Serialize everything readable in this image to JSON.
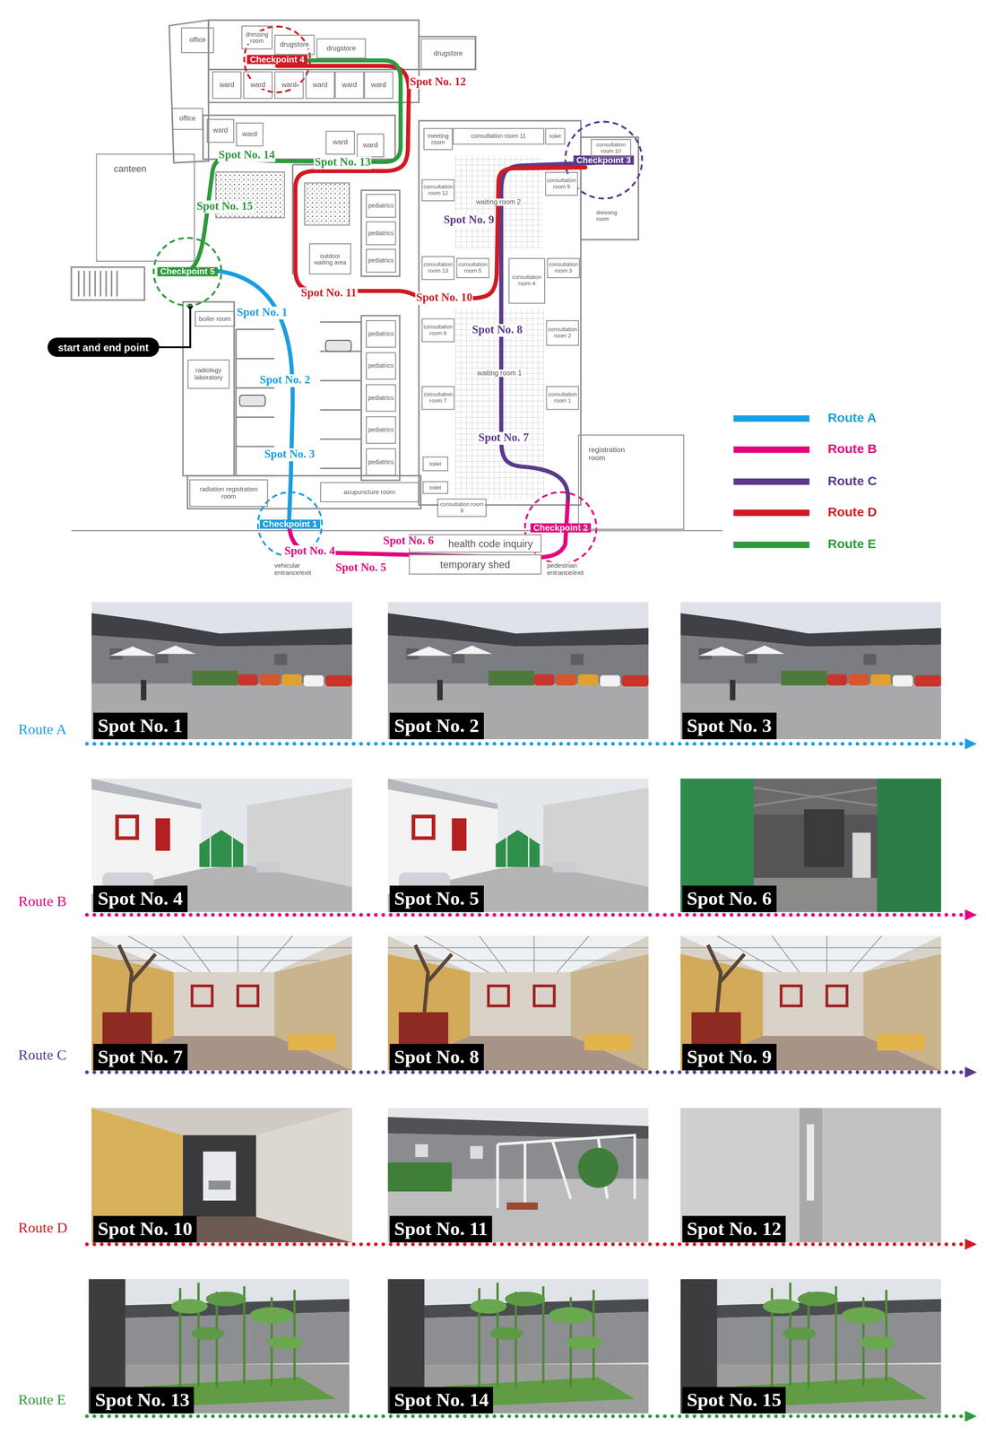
{
  "diagram": {
    "nodes": [
      {
        "text": [
          "Checkpoint 4"
        ]
      },
      {
        "text": [
          "Checkpoint 3"
        ]
      },
      {
        "text": [
          "Checkpoint 5"
        ]
      },
      {
        "text": [
          "Checkpoint 1"
        ]
      },
      {
        "text": [
          "Checkpoint 2"
        ]
      },
      {
        "text": [
          "office"
        ]
      },
      {
        "text": [
          "dressing room"
        ]
      },
      {
        "text": [
          "drugstore"
        ]
      },
      {
        "text": [
          "drugstore"
        ]
      },
      {
        "text": [
          "drugstore"
        ]
      },
      {
        "text": [
          "ward"
        ]
      },
      {
        "text": [
          "ward"
        ]
      },
      {
        "text": [
          "ward"
        ]
      },
      {
        "text": [
          "ward"
        ]
      },
      {
        "text": [
          "ward"
        ]
      },
      {
        "text": [
          "ward"
        ]
      },
      {
        "text": [
          "office"
        ]
      },
      {
        "text": [
          "ward"
        ]
      },
      {
        "text": [
          "ward"
        ]
      },
      {
        "text": [
          "ward"
        ]
      },
      {
        "text": [
          "ward"
        ]
      },
      {
        "text": [
          "canteen"
        ]
      },
      {
        "text": [
          "meeting room"
        ]
      },
      {
        "text": [
          "consultation room 11"
        ]
      },
      {
        "text": [
          "toilet"
        ]
      },
      {
        "text": [
          "consultation room 10"
        ]
      },
      {
        "text": [
          "consultation room 12"
        ]
      },
      {
        "text": [
          "waiting room 2"
        ]
      },
      {
        "text": [
          "consultation room 9"
        ]
      },
      {
        "text": [
          "pediatrics"
        ]
      },
      {
        "text": [
          "pediatrics"
        ]
      },
      {
        "text": [
          "pediatrics"
        ]
      },
      {
        "text": [
          "outdoor waiting area"
        ]
      },
      {
        "text": [
          "consultation room 13"
        ]
      },
      {
        "text": [
          "consultation room 5"
        ]
      },
      {
        "text": [
          "consultation room 4"
        ]
      },
      {
        "text": [
          "consultation room 3"
        ]
      },
      {
        "text": [
          "boiler room"
        ]
      },
      {
        "text": [
          "start and end point"
        ]
      },
      {
        "text": [
          "radiology laboratory"
        ]
      },
      {
        "text": [
          "consultation room 6"
        ]
      },
      {
        "text": [
          "waiting room 1"
        ]
      },
      {
        "text": [
          "consultation room 2"
        ]
      },
      {
        "text": [
          "pediatrics"
        ]
      },
      {
        "text": [
          "pediatrics"
        ]
      },
      {
        "text": [
          "pediatrics"
        ]
      },
      {
        "text": [
          "pediatrics"
        ]
      },
      {
        "text": [
          "pediatrics"
        ]
      },
      {
        "text": [
          "consultation room 7"
        ]
      },
      {
        "text": [
          "consultation room 1"
        ]
      },
      {
        "text": [
          "registration room"
        ]
      },
      {
        "text": [
          "toilet"
        ]
      },
      {
        "text": [
          "toilet"
        ]
      },
      {
        "text": [
          "consultation room 8"
        ]
      },
      {
        "text": [
          "radiation registration room"
        ]
      },
      {
        "text": [
          "acupuncture room"
        ]
      },
      {
        "text": [
          "health code inquiry"
        ]
      },
      {
        "text": [
          "temporary shed"
        ]
      },
      {
        "text": [
          "Spot No. 1"
        ]
      },
      {
        "text": [
          "Spot No. 2"
        ]
      },
      {
        "text": [
          "Spot No. 3"
        ]
      },
      {
        "text": [
          "Spot No. 4"
        ]
      },
      {
        "text": [
          "Spot No. 5"
        ]
      },
      {
        "text": [
          "Spot No. 6"
        ]
      },
      {
        "text": [
          "Spot No. 7"
        ]
      },
      {
        "text": [
          "Spot No. 8"
        ]
      },
      {
        "text": [
          "Spot No. 9"
        ]
      },
      {
        "text": [
          "Spot No. 10"
        ]
      },
      {
        "text": [
          "Spot No. 11"
        ]
      },
      {
        "text": [
          "Spot No. 12"
        ]
      },
      {
        "text": [
          "Spot No. 13"
        ]
      },
      {
        "text": [
          "Spot No. 14"
        ]
      },
      {
        "text": [
          "Spot No. 15"
        ]
      }
    ],
    "edges": [
      {
        "from": 38,
        "to": 2,
        "arrow": "none"
      }
    ],
    "labels": [
      "Spot No. 1",
      "Spot No. 2",
      "Spot No. 3",
      "Spot No. 4",
      "Spot No. 5",
      "Spot No. 6",
      "Spot No. 7",
      "Spot No. 8",
      "Spot No. 9",
      "Spot No. 10",
      "Spot No. 11",
      "Spot No. 12",
      "Spot No. 13",
      "Spot No. 14",
      "Spot No. 15",
      "dressing room",
      "vehicular entrance/exit",
      "pedestrian entrance/exit",
      "Route A",
      "Route B",
      "Route C",
      "Route D",
      "Route E"
    ],
    "legend": [
      {
        "text": "Route A",
        "color": "#1a9fe0"
      },
      {
        "text": "Route B",
        "color": "#e4037e"
      },
      {
        "text": "Route C",
        "color": "#5a3a8c"
      },
      {
        "text": "Route D",
        "color": "#d11a22"
      },
      {
        "text": "Route E",
        "color": "#2e9a3d"
      }
    ]
  }
}
